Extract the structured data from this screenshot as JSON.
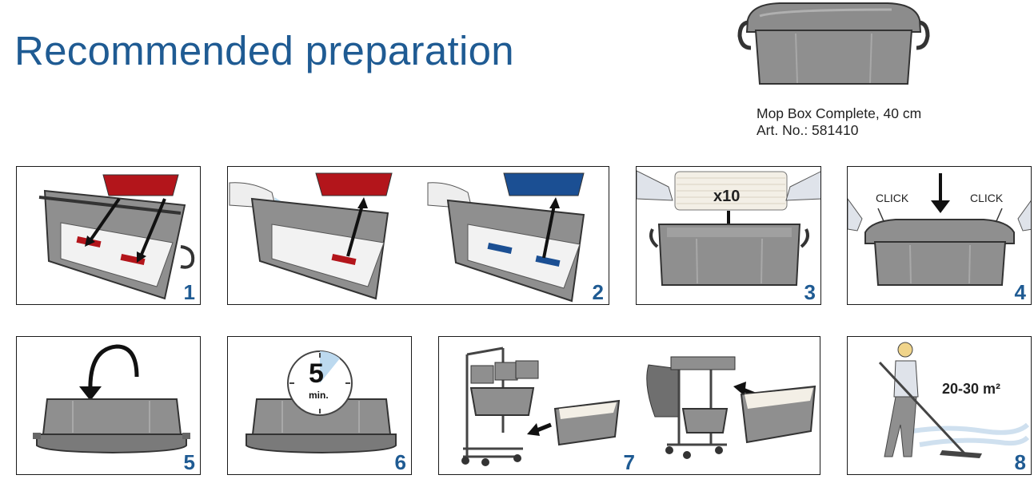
{
  "title": "Recommended preparation",
  "product": {
    "name": "Mop Box Complete, 40 cm",
    "article": "Art. No.: 581410"
  },
  "steps": [
    {
      "number": "1"
    },
    {
      "number": "2"
    },
    {
      "number": "3",
      "label": "x10"
    },
    {
      "number": "4",
      "click_left": "CLICK",
      "click_right": "CLICK"
    },
    {
      "number": "5"
    },
    {
      "number": "6",
      "timer_value": "5",
      "timer_unit": "min."
    },
    {
      "number": "7"
    },
    {
      "number": "8",
      "area": "20-30 m²"
    }
  ],
  "colors": {
    "title_blue": "#1f5b93",
    "box_grey": "#8c8c8c",
    "detergent_red": "#b3151b",
    "detergent_blue": "#1b4f93"
  }
}
